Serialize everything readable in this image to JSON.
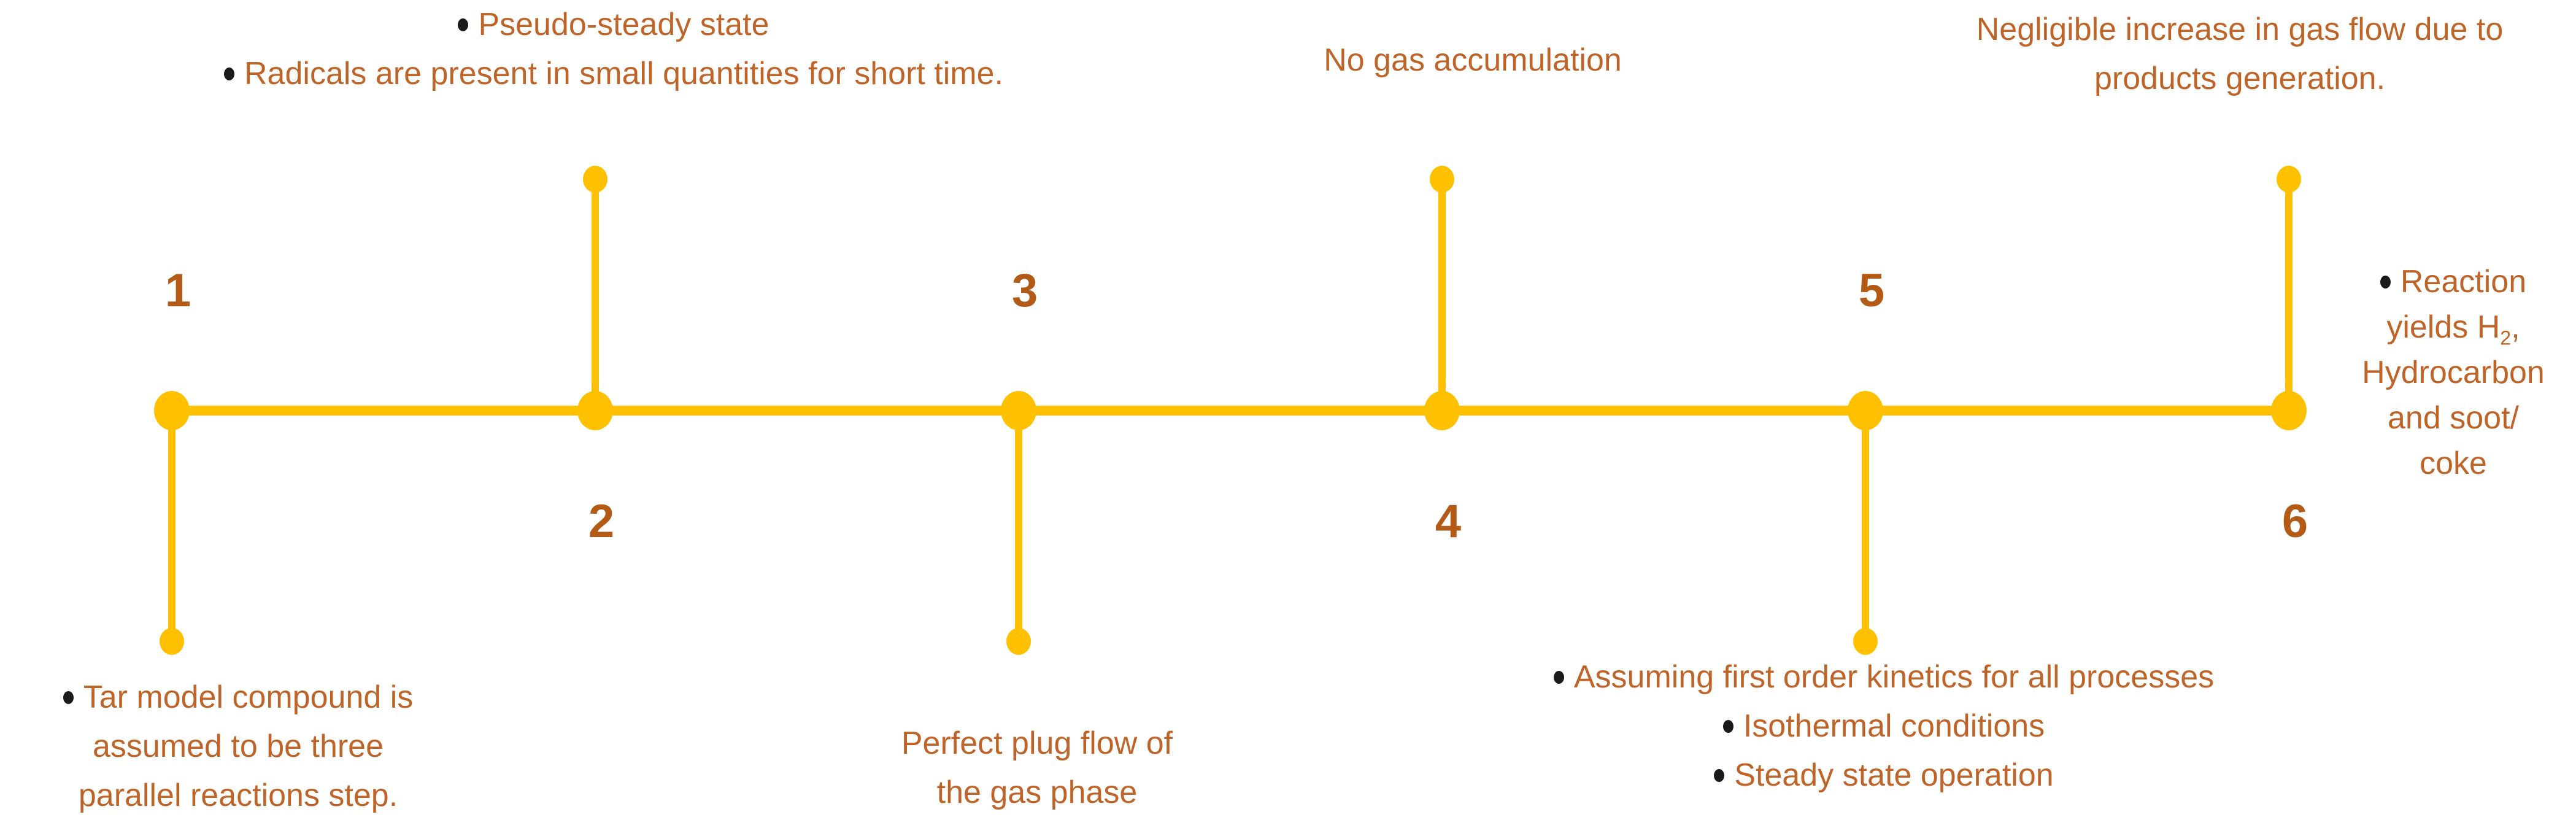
{
  "colors": {
    "accent_yellow": "#FFC000",
    "note_text": "#BF6428",
    "number_text": "#B35A17",
    "bullet_black": "#1A1A1A",
    "background": "#FFFFFF"
  },
  "timeline": {
    "steps": [
      {
        "number": "1"
      },
      {
        "number": "2"
      },
      {
        "number": "3"
      },
      {
        "number": "4"
      },
      {
        "number": "5"
      },
      {
        "number": "6"
      }
    ]
  },
  "notes": {
    "step1_below": {
      "line1": "Tar model compound is",
      "line2": "assumed to be three",
      "line3": "parallel reactions step."
    },
    "step2_above": {
      "line1": "Pseudo-steady state",
      "line2": "Radicals are present in small quantities for short time."
    },
    "step3_below": {
      "line1": "Perfect plug flow of",
      "line2": "the gas phase"
    },
    "step4_above": {
      "line1": "No gas accumulation"
    },
    "step5_below": {
      "line1": "Assuming first order kinetics for all processes",
      "line2": "Isothermal conditions",
      "line3": "Steady state operation"
    },
    "step6_above": {
      "line1": "Negligible increase in gas flow due to",
      "line2": "products generation."
    },
    "step6_right": {
      "line1": "Reaction",
      "line2_text": "yields H",
      "line2_subscript": "2",
      "line2_comma": ",",
      "line3": "Hydrocarbon",
      "line4": "and soot/",
      "line5": "coke"
    }
  }
}
